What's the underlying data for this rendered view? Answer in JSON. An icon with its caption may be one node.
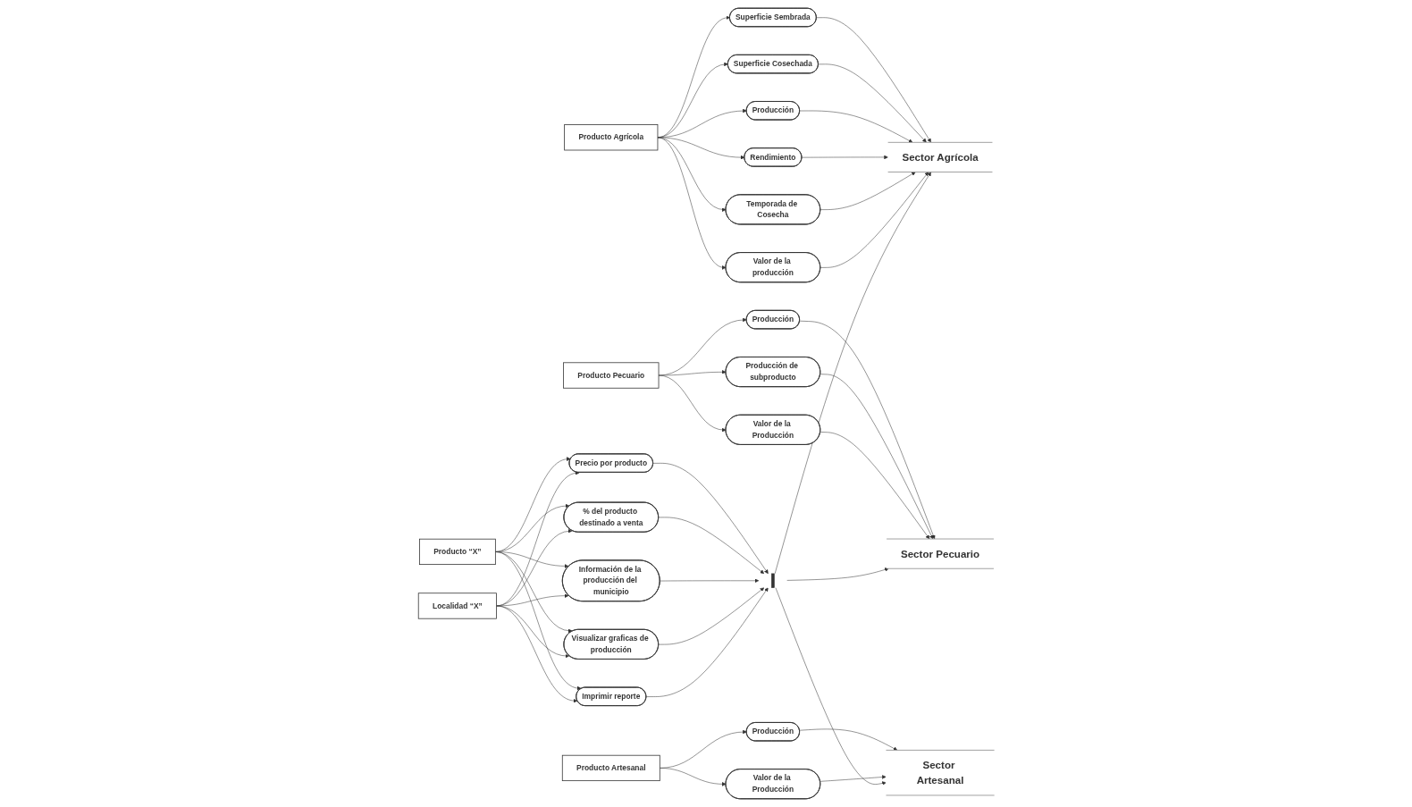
{
  "diagram": {
    "nodes": [
      {
        "text": [
          "Producto Agrícola"
        ]
      },
      {
        "text": [
          "Superficie Sembrada"
        ]
      },
      {
        "text": [
          "Superficie Cosechada"
        ]
      },
      {
        "text": [
          "Producción"
        ]
      },
      {
        "text": [
          "Rendimiento"
        ]
      },
      {
        "text": [
          "Temporada de Cosecha"
        ]
      },
      {
        "text": [
          "Valor de la producción"
        ]
      },
      {
        "text": [
          "Sector Agrícola"
        ]
      },
      {
        "text": [
          "Producto Pecuario"
        ]
      },
      {
        "text": [
          "Producción"
        ]
      },
      {
        "text": [
          "Producción de subproducto"
        ]
      },
      {
        "text": [
          "Valor de la Producción"
        ]
      },
      {
        "text": [
          "Sector Pecuario"
        ]
      },
      {
        "text": [
          "Producto Artesanal"
        ]
      },
      {
        "text": [
          "Producción"
        ]
      },
      {
        "text": [
          "Valor de la Producción"
        ]
      },
      {
        "text": [
          "Sector Artesanal"
        ]
      },
      {
        "text": [
          "Precio por producto"
        ]
      },
      {
        "text": [
          "% del producto destinado a venta"
        ]
      },
      {
        "text": [
          "Información de la producción del municipio"
        ]
      },
      {
        "text": [
          "Visualizar graficas de producción"
        ]
      },
      {
        "text": [
          "Imprimir reporte"
        ]
      },
      {
        "text": [
          "Producto “X”"
        ]
      },
      {
        "text": [
          "Localidad “X”"
        ]
      },
      {
        "text": [],
        "shape": "bar"
      }
    ],
    "edges": [
      {
        "from": 0,
        "to": 1,
        "arrow": "to"
      },
      {
        "from": 0,
        "to": 2,
        "arrow": "to"
      },
      {
        "from": 0,
        "to": 3,
        "arrow": "to"
      },
      {
        "from": 0,
        "to": 4,
        "arrow": "to"
      },
      {
        "from": 0,
        "to": 5,
        "arrow": "to"
      },
      {
        "from": 0,
        "to": 6,
        "arrow": "to"
      },
      {
        "from": 1,
        "to": 7,
        "arrow": "to"
      },
      {
        "from": 2,
        "to": 7,
        "arrow": "to"
      },
      {
        "from": 3,
        "to": 7,
        "arrow": "to"
      },
      {
        "from": 4,
        "to": 7,
        "arrow": "to"
      },
      {
        "from": 5,
        "to": 7,
        "arrow": "to"
      },
      {
        "from": 6,
        "to": 7,
        "arrow": "to"
      },
      {
        "from": 8,
        "to": 9,
        "arrow": "to"
      },
      {
        "from": 8,
        "to": 10,
        "arrow": "to"
      },
      {
        "from": 8,
        "to": 11,
        "arrow": "to"
      },
      {
        "from": 9,
        "to": 12,
        "arrow": "to"
      },
      {
        "from": 10,
        "to": 12,
        "arrow": "to"
      },
      {
        "from": 11,
        "to": 12,
        "arrow": "to"
      },
      {
        "from": 13,
        "to": 14,
        "arrow": "to"
      },
      {
        "from": 13,
        "to": 15,
        "arrow": "to"
      },
      {
        "from": 14,
        "to": 16,
        "arrow": "to"
      },
      {
        "from": 15,
        "to": 16,
        "arrow": "to"
      },
      {
        "from": 17,
        "to": 24,
        "arrow": "to"
      },
      {
        "from": 18,
        "to": 24,
        "arrow": "to"
      },
      {
        "from": 19,
        "to": 24,
        "arrow": "to"
      },
      {
        "from": 20,
        "to": 24,
        "arrow": "to"
      },
      {
        "from": 21,
        "to": 24,
        "arrow": "to"
      },
      {
        "from": 24,
        "to": 7,
        "arrow": "to"
      },
      {
        "from": 24,
        "to": 12,
        "arrow": "to"
      },
      {
        "from": 24,
        "to": 16,
        "arrow": "to"
      },
      {
        "from": 22,
        "to": 17,
        "arrow": "to"
      },
      {
        "from": 22,
        "to": 18,
        "arrow": "to"
      },
      {
        "from": 22,
        "to": 19,
        "arrow": "to"
      },
      {
        "from": 22,
        "to": 20,
        "arrow": "to"
      },
      {
        "from": 22,
        "to": 21,
        "arrow": "to"
      },
      {
        "from": 23,
        "to": 17,
        "arrow": "to"
      },
      {
        "from": 23,
        "to": 18,
        "arrow": "to"
      },
      {
        "from": 23,
        "to": 19,
        "arrow": "to"
      },
      {
        "from": 23,
        "to": 20,
        "arrow": "to"
      },
      {
        "from": 23,
        "to": 21,
        "arrow": "to"
      }
    ]
  }
}
